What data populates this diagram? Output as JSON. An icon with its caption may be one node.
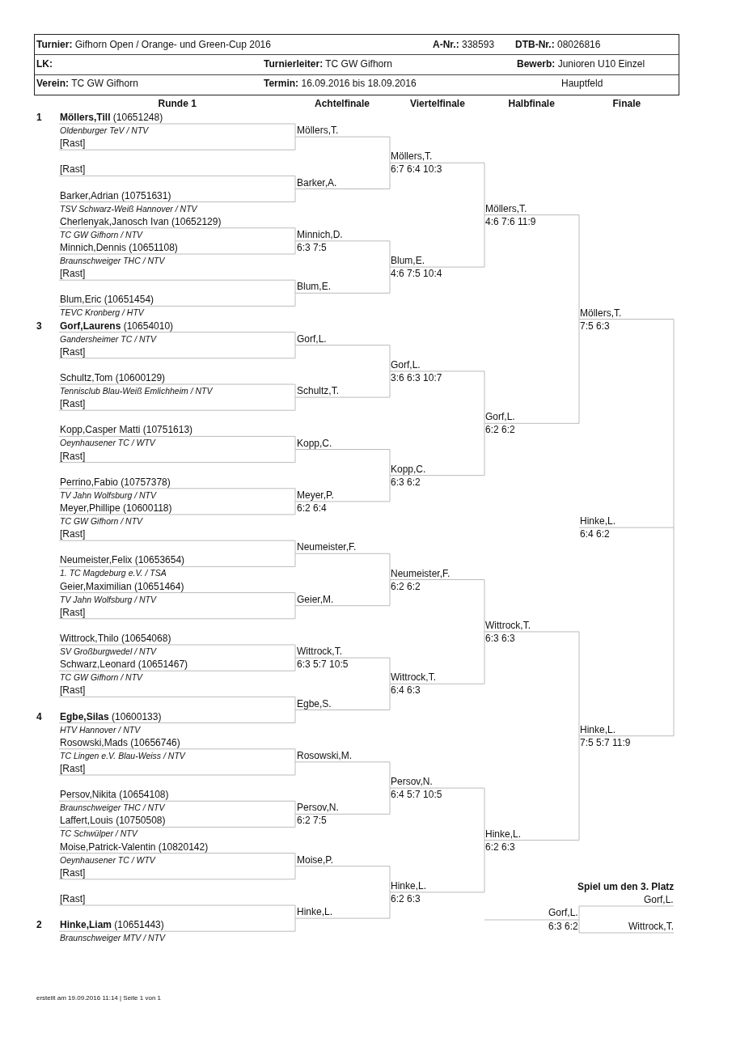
{
  "diagram": {
    "labels": [
      "**Turnier:** Gifhorn Open / Orange- und Green-Cup 2016",
      "**A-Nr.:** 338593",
      "**DTB-Nr.:** 08026816",
      "LK:",
      "**Turnierleiter:** TC GW Gifhorn",
      "**Bewerb:** Junioren U10 Einzel",
      "**Verein:** TC GW Gifhorn",
      "**Termin:** 16.09.2016 bis 18.09.2016",
      "Hauptfeld",
      "Runde 1",
      "Achtelfinale",
      "Viertelfinale",
      "Halbfinale",
      "Finale",
      "1",
      "**Möllers,Till** (10651248)",
      "Oldenburger TeV / NTV",
      "[Rast]",
      "[Rast]",
      "Barker,Adrian (10751631)",
      "TSV Schwarz-Weiß Hannover / NTV",
      "Cherlenyak,Janosch Ivan (10652129)",
      "TC GW Gifhorn / NTV",
      "Minnich,Dennis (10651108)",
      "Braunschweiger THC / NTV",
      "[Rast]",
      "Blum,Eric (10651454)",
      "TEVC Kronberg / HTV",
      "3",
      "**Gorf,Laurens** (10654010)",
      "Gandersheimer TC / NTV",
      "[Rast]",
      "Schultz,Tom (10600129)",
      "Tennisclub Blau-Weiß Emlichheim / NTV",
      "[Rast]",
      "Kopp,Casper Matti (10751613)",
      "Oeynhausener TC / WTV",
      "[Rast]",
      "Perrino,Fabio (10757378)",
      "TV Jahn Wolfsburg / NTV",
      "Meyer,Phillipe (10600118)",
      "TC GW Gifhorn / NTV",
      "[Rast]",
      "Neumeister,Felix (10653654)",
      "1. TC Magdeburg e.V. / TSA",
      "Geier,Maximilian (10651464)",
      "TV Jahn Wolfsburg / NTV",
      "[Rast]",
      "Wittrock,Thilo (10654068)",
      "SV Großburgwedel / NTV",
      "Schwarz,Leonard (10651467)",
      "TC GW Gifhorn / NTV",
      "[Rast]",
      "4",
      "**Egbe,Silas** (10600133)",
      "HTV Hannover / NTV",
      "Rosowski,Mads (10656746)",
      "TC Lingen e.V. Blau-Weiss / NTV",
      "[Rast]",
      "Persov,Nikita (10654108)",
      "Braunschweiger THC / NTV",
      "Laffert,Louis (10750508)",
      "TC Schwülper / NTV",
      "Moise,Patrick-Valentin (10820142)",
      "Oeynhausener TC / WTV",
      "[Rast]",
      "[Rast]",
      "2",
      "**Hinke,Liam** (10651443)",
      "Braunschweiger MTV / NTV",
      "Möllers,T.",
      "Barker,A.",
      "Minnich,D.",
      "6:3 7:5",
      "Blum,E.",
      "Gorf,L.",
      "Schultz,T.",
      "Kopp,C.",
      "Meyer,P.",
      "6:2 6:4",
      "Neumeister,F.",
      "Geier,M.",
      "Wittrock,T.",
      "6:3 5:7 10:5",
      "Egbe,S.",
      "Rosowski,M.",
      "Persov,N.",
      "6:2 7:5",
      "Moise,P.",
      "Hinke,L.",
      "Möllers,T.",
      "6:7 6:4 10:3",
      "Blum,E.",
      "4:6 7:5 10:4",
      "Gorf,L.",
      "3:6 6:3 10:7",
      "Kopp,C.",
      "6:3 6:2",
      "Neumeister,F.",
      "6:2 6:2",
      "Wittrock,T.",
      "6:4 6:3",
      "Persov,N.",
      "6:4 5:7 10:5",
      "Hinke,L.",
      "6:2 6:3",
      "Möllers,T.",
      "4:6 7:6 11:9",
      "Gorf,L.",
      "6:2 6:2",
      "Wittrock,T.",
      "6:3 6:3",
      "Hinke,L.",
      "6:2 6:3",
      "Möllers,T.",
      "7:5 6:3",
      "Hinke,L.",
      "7:5 5:7 11:9",
      "Hinke,L.",
      "6:4 6:2",
      "Spiel um den 3. Platz",
      "Gorf,L.",
      "Gorf,L.",
      "6:3 6:2",
      "Wittrock,T.",
      "erstellt am 19.09.2016 11:14 | Seite 1 von 1"
    ]
  }
}
